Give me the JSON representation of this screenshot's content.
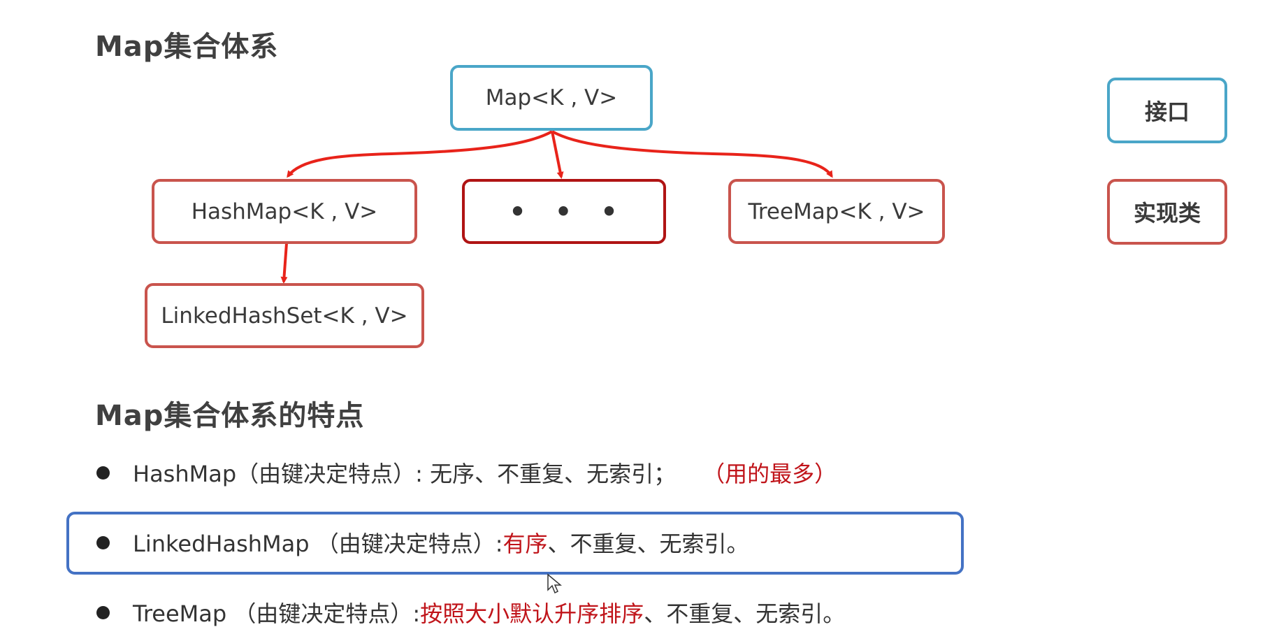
{
  "heading_1": "Map集合体系",
  "heading_2": "Map集合体系的特点",
  "nodes": {
    "map": "Map<K , V>",
    "hashmap": "HashMap<K , V>",
    "ellipsis": "• • •",
    "treemap": "TreeMap<K , V>",
    "linked": "LinkedHashSet<K , V>"
  },
  "legend": {
    "interface_label": "接口",
    "impl_label": "实现类"
  },
  "colors": {
    "interface_border": "#4aa6c8",
    "impl_border": "#c9544d",
    "arrow": "#e8231a",
    "highlight_border": "#4472c4",
    "emphasis_text": "#c0141a"
  },
  "features": [
    {
      "prefix": "HashMap（由键决定特点）: 无序、不重复、无索引；",
      "emphasis": "（用的最多）"
    },
    {
      "prefix": "LinkedHashMap （由键决定特点）: ",
      "emphasis": "有序",
      "suffix": "、不重复、无索引。"
    },
    {
      "prefix": "TreeMap （由键决定特点）:",
      "emphasis": "按照大小默认升序排序",
      "suffix": "、不重复、无索引。"
    }
  ]
}
